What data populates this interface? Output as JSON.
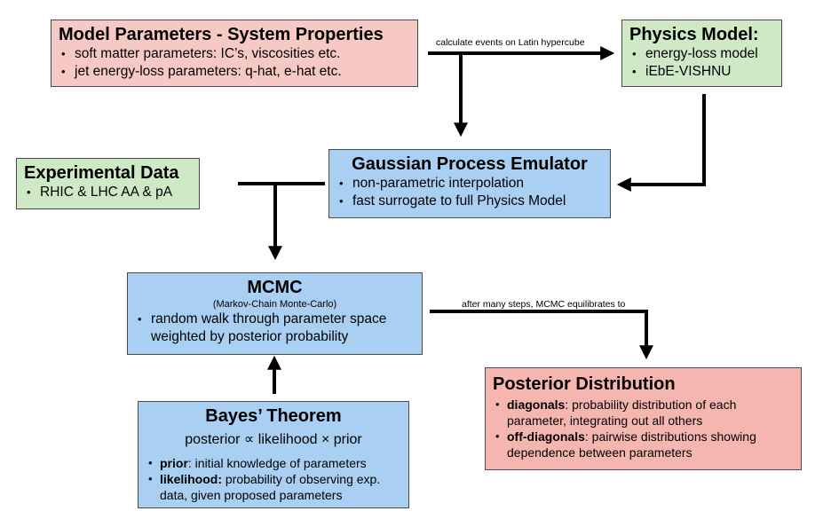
{
  "model_params": {
    "title": "Model Parameters - System Properties",
    "bullets": [
      "soft matter parameters: IC’s, viscosities etc.",
      "jet energy-loss parameters: q-hat, e-hat etc."
    ]
  },
  "physics_model": {
    "title": "Physics Model:",
    "bullets": [
      "energy-loss model",
      "iEbE-VISHNU"
    ]
  },
  "gpe": {
    "title": "Gaussian Process Emulator",
    "bullets": [
      "non-parametric interpolation",
      "fast surrogate to full Physics Model"
    ]
  },
  "exp_data": {
    "title": "Experimental Data",
    "bullets": [
      "RHIC & LHC AA & pA"
    ]
  },
  "mcmc": {
    "title": "MCMC",
    "subtitle": "(Markov-Chain Monte-Carlo)",
    "bullet_line1": "random walk through parameter space",
    "bullet_line2": "weighted by posterior probability"
  },
  "bayes": {
    "title": "Bayes’ Theorem",
    "formula": "posterior ∝ likelihood × prior",
    "prior_bold": "prior",
    "prior_rest": ": initial knowledge of parameters",
    "likelihood_bold": "likelihood:",
    "likelihood_rest": " probability of observing exp. data, given  proposed parameters"
  },
  "posterior": {
    "title": "Posterior Distribution",
    "diag_bold": "diagonals",
    "diag_rest": ": probability distribution of each parameter, integrating out all others",
    "offdiag_bold": "off-diagonals",
    "offdiag_rest": ": pairwise distributions showing dependence between parameters"
  },
  "edges": {
    "latin_hypercube": "calculate events on Latin hypercube",
    "equilibrates": "after many steps, MCMC equilibrates to"
  }
}
